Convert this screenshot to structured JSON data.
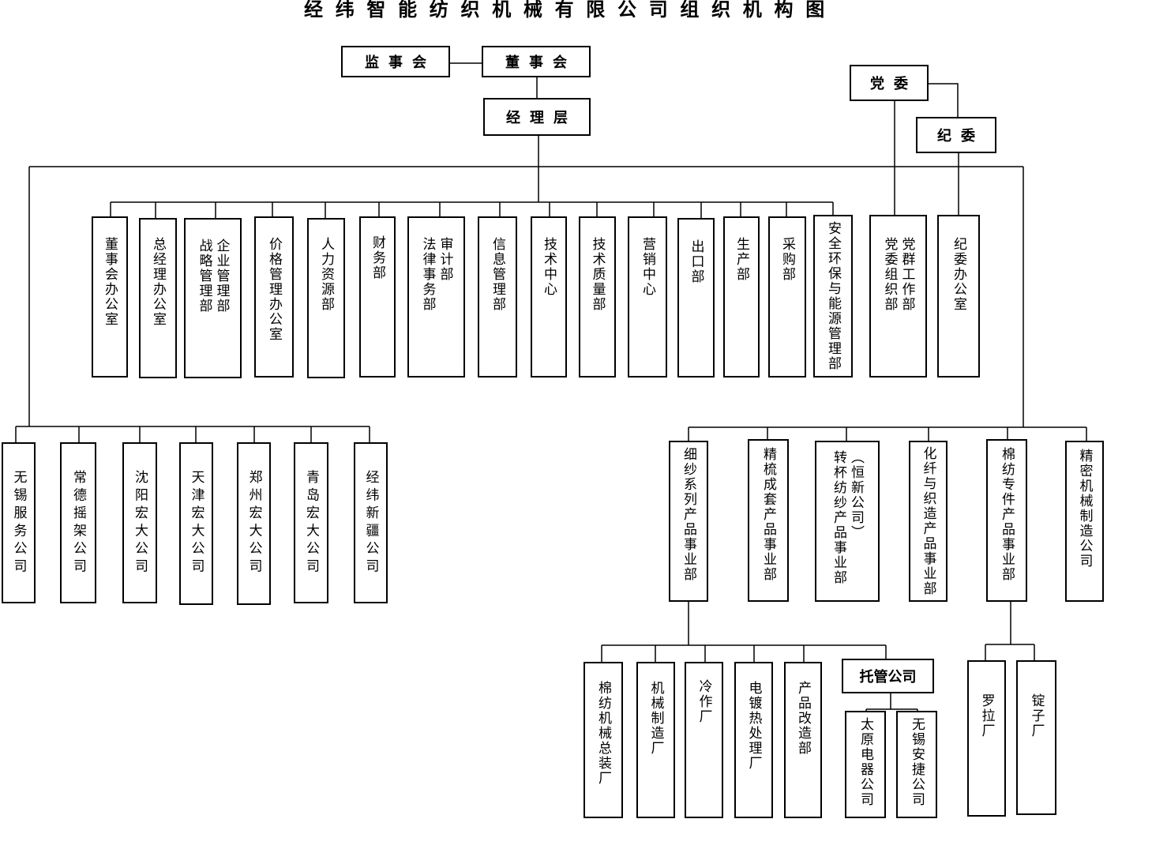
{
  "title": "经纬智能纺织机械有限公司组织机构图",
  "governance": {
    "supervisory_board": "监事会",
    "board_of_directors": "董事会",
    "management": "经理层",
    "party_committee": "党委",
    "discipline_committee": "纪委"
  },
  "departments": [
    [
      "董事会办公室"
    ],
    [
      "总经理办公室"
    ],
    [
      "战略管理部",
      "企业管理部"
    ],
    [
      "价格管理办公室"
    ],
    [
      "人力资源部"
    ],
    [
      "财务部"
    ],
    [
      "法律事务部",
      "审计部"
    ],
    [
      "信息管理部"
    ],
    [
      "技术中心"
    ],
    [
      "技术质量部"
    ],
    [
      "营销中心"
    ],
    [
      "出口部"
    ],
    [
      "生产部"
    ],
    [
      "采购部"
    ],
    [
      "安全环保与能源管理部"
    ]
  ],
  "party_departments": [
    [
      "党委组织部",
      "党群工作部"
    ],
    [
      "纪委办公室"
    ]
  ],
  "subsidiaries": [
    "无锡服务公司",
    "常德摇架公司",
    "沈阳宏大公司",
    "天津宏大公司",
    "郑州宏大公司",
    "青岛宏大公司",
    "经纬新疆公司"
  ],
  "business_units": [
    [
      "细纱系列产品事业部"
    ],
    [
      "精梳成套产品事业部"
    ],
    [
      "转杯纺纱产品事业部",
      "（恒新公司）"
    ],
    [
      "化纤与织造产品事业部"
    ],
    [
      "棉纺专件产品事业部"
    ],
    [
      "精密机械制造公司"
    ]
  ],
  "spinning_factories": [
    "棉纺机械总装厂",
    "机械制造厂",
    "冷作厂",
    "电镀热处理厂",
    "产品改造部"
  ],
  "trust": {
    "label": "托管公司",
    "companies": [
      "太原电器公司",
      "无锡安捷公司"
    ]
  },
  "parts_factories": [
    "罗拉厂",
    "锭子厂"
  ]
}
